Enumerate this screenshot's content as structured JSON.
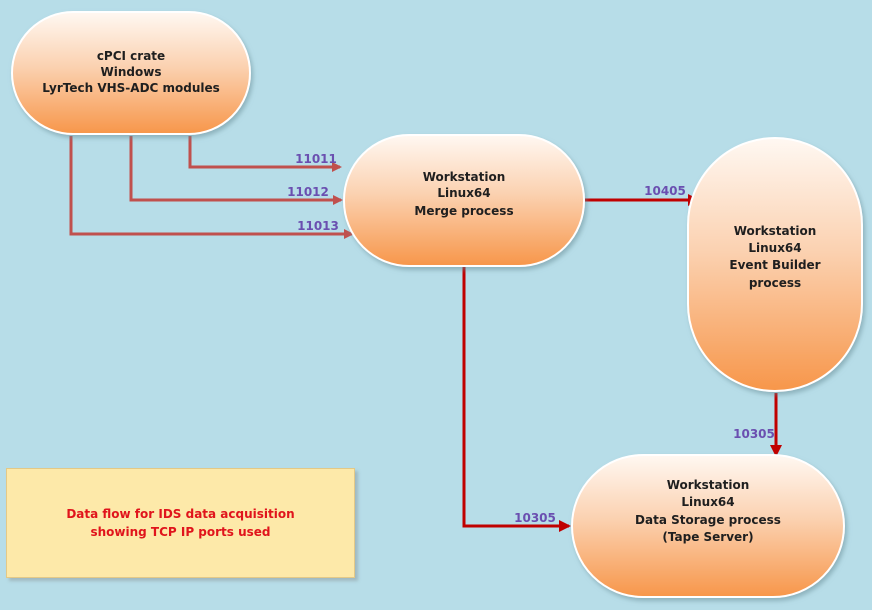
{
  "nodes": {
    "cpci": {
      "lines": [
        "cPCI crate",
        "Windows",
        "LyrTech VHS-ADC modules"
      ]
    },
    "merge": {
      "lines": [
        "Workstation",
        "Linux64",
        "Merge process"
      ]
    },
    "event_builder": {
      "lines": [
        "Workstation",
        "Linux64",
        "Event Builder",
        "process"
      ]
    },
    "storage": {
      "lines": [
        "Workstation",
        "Linux64",
        "Data Storage process",
        "(Tape Server)"
      ]
    }
  },
  "ports": {
    "cpci_merge_1": "11011",
    "cpci_merge_2": "11012",
    "cpci_merge_3": "11013",
    "merge_event_builder": "10405",
    "event_builder_storage": "10305",
    "merge_storage": "10305"
  },
  "legend": {
    "line1": "Data flow for IDS data acquisition",
    "line2": "showing TCP IP ports used"
  },
  "colors": {
    "background": "#b7dde8",
    "node_fill_top": "#fff8f2",
    "node_fill_bottom": "#f7964a",
    "node_border": "#ffffff",
    "arrow_light": "#c0504d",
    "arrow_dark": "#c00000",
    "port_label": "#6a4fb0",
    "legend_fill": "#fde9a9",
    "legend_text": "#e0141c"
  }
}
